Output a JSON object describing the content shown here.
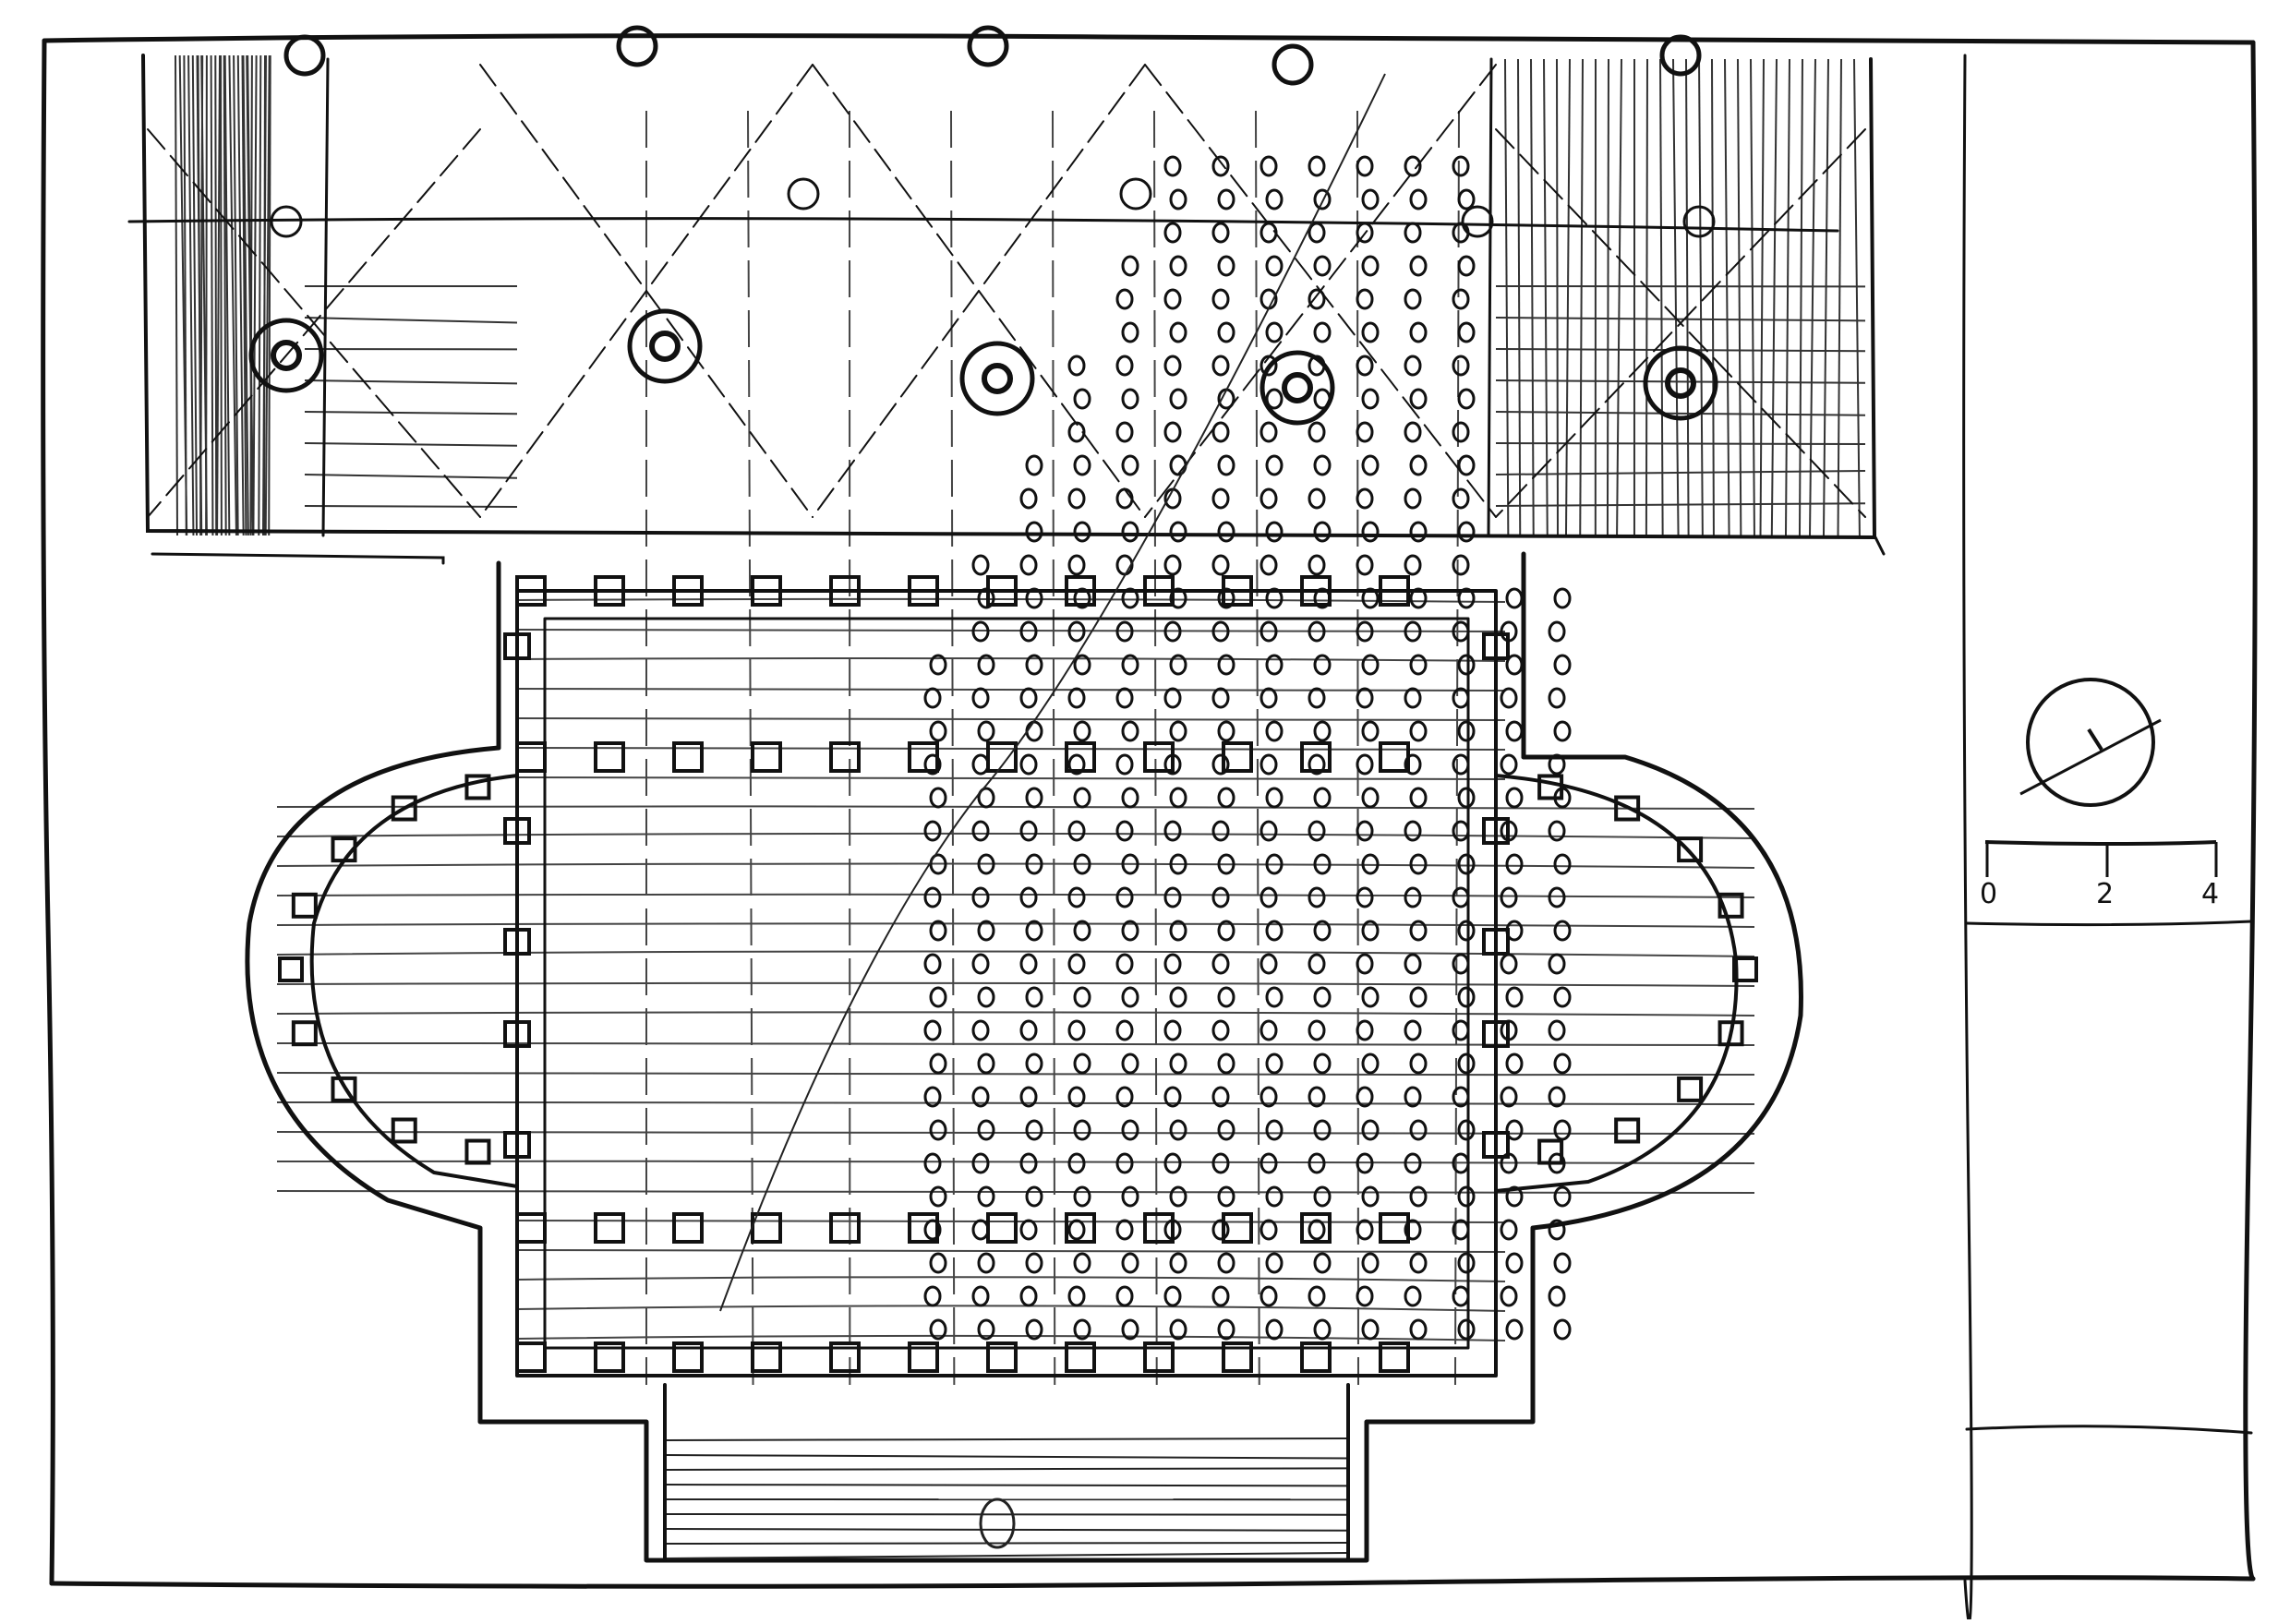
{
  "drawing": {
    "ink": "#111111",
    "paper": "#ffffff",
    "scale_bar": {
      "ticks": [
        {
          "label": "0"
        },
        {
          "label": "2"
        },
        {
          "label": "4"
        }
      ]
    }
  }
}
